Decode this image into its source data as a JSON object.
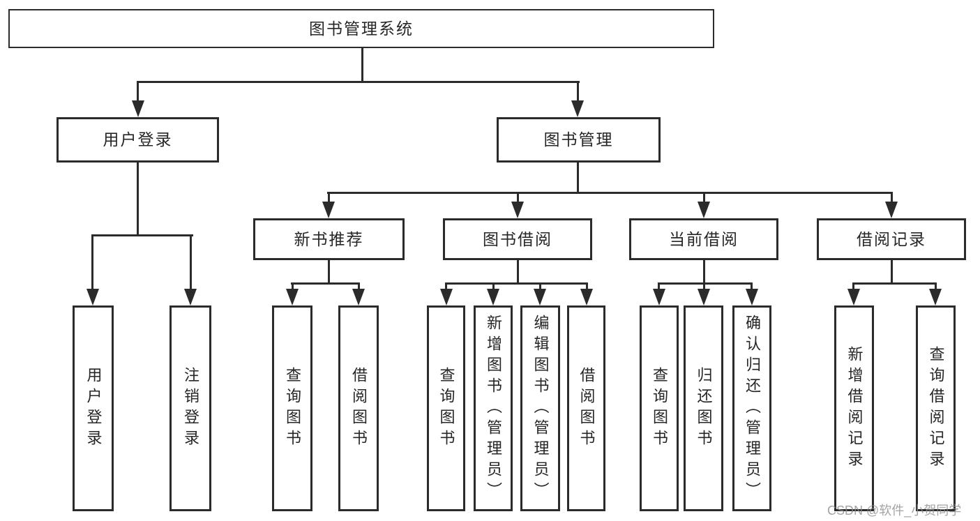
{
  "diagram_type": "tree",
  "nodes": {
    "root": "图书管理系统",
    "user_login": "用户登录",
    "book_mgmt": "图书管理",
    "new_book_rec": "新书推荐",
    "book_borrow": "图书借阅",
    "current_borrow": "当前借阅",
    "borrow_records": "借阅记录",
    "leaf_user_login": "用户登录",
    "leaf_logout": "注销登录",
    "leaf_nb_query": "查询图书",
    "leaf_nb_borrow": "借阅图书",
    "leaf_bb_query": "查询图书",
    "leaf_bb_add": "新增图书（管理员）",
    "leaf_bb_edit": "编辑图书（管理员）",
    "leaf_bb_borrow": "借阅图书",
    "leaf_cb_query": "查询图书",
    "leaf_cb_return": "归还图书",
    "leaf_cb_confirm": "确认归还（管理员）",
    "leaf_br_add": "新增借阅记录",
    "leaf_br_query": "查询借阅记录"
  },
  "edges": [
    [
      "root",
      "user_login"
    ],
    [
      "root",
      "book_mgmt"
    ],
    [
      "user_login",
      "leaf_user_login"
    ],
    [
      "user_login",
      "leaf_logout"
    ],
    [
      "book_mgmt",
      "new_book_rec"
    ],
    [
      "book_mgmt",
      "book_borrow"
    ],
    [
      "book_mgmt",
      "current_borrow"
    ],
    [
      "book_mgmt",
      "borrow_records"
    ],
    [
      "new_book_rec",
      "leaf_nb_query"
    ],
    [
      "new_book_rec",
      "leaf_nb_borrow"
    ],
    [
      "book_borrow",
      "leaf_bb_query"
    ],
    [
      "book_borrow",
      "leaf_bb_add"
    ],
    [
      "book_borrow",
      "leaf_bb_edit"
    ],
    [
      "book_borrow",
      "leaf_bb_borrow"
    ],
    [
      "current_borrow",
      "leaf_cb_query"
    ],
    [
      "current_borrow",
      "leaf_cb_return"
    ],
    [
      "current_borrow",
      "leaf_cb_confirm"
    ],
    [
      "borrow_records",
      "leaf_br_add"
    ],
    [
      "borrow_records",
      "leaf_br_query"
    ]
  ],
  "watermark": "CSDN @软件_小贺同学",
  "colors": {
    "line": "#2b2b2b",
    "box_border": "#2b2b2b",
    "box_background": "#ffffff",
    "text": "#262626",
    "watermark": "#8c8c8c"
  }
}
